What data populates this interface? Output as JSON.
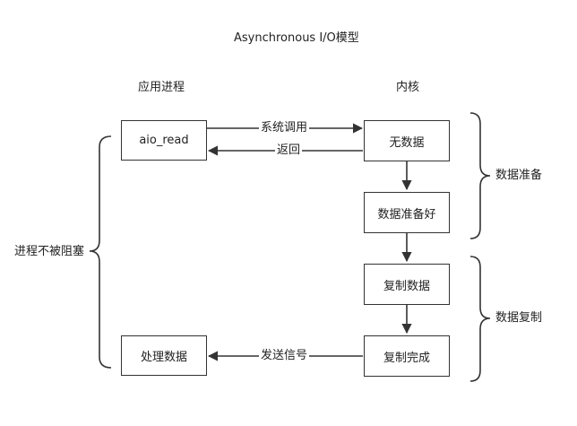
{
  "title": "Asynchronous I/O模型",
  "columns": {
    "app_process": "应用进程",
    "kernel": "内核"
  },
  "app_boxes": {
    "aio_read": "aio_read",
    "process_data": "处理数据"
  },
  "kernel_boxes": {
    "no_data": "无数据",
    "data_ready": "数据准备好",
    "copy_data": "复制数据",
    "copy_done": "复制完成"
  },
  "arrows": {
    "syscall": "系统调用",
    "return": "返回",
    "send_signal": "发送信号"
  },
  "brackets": {
    "not_blocked": "进程不被阻塞",
    "data_prepare": "数据准备",
    "data_copy": "数据复制"
  },
  "colors": {
    "line": "#333333",
    "text": "#222222",
    "background": "#ffffff"
  }
}
